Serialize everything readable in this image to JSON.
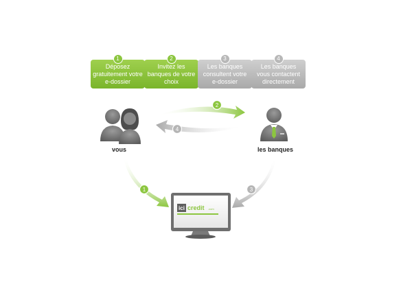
{
  "steps": [
    {
      "number": "1",
      "text": "Déposez gratuitement votre e-dossier"
    },
    {
      "number": "2",
      "text": "Invitez les banques de votre choix"
    },
    {
      "number": "3",
      "text": "Les banques consultent votre e-dossier"
    },
    {
      "number": "4",
      "text": "Les banques vous contactent directement"
    }
  ],
  "actors": {
    "vous": "vous",
    "banques": "les banques"
  },
  "arrows": {
    "a1": "1",
    "a2": "2",
    "a3": "3",
    "a4": "4"
  },
  "monitor": {
    "logo_ici": "ici",
    "logo_credit": "credit",
    "logo_suffix": ".com"
  },
  "colors": {
    "green": "#8cc63f",
    "grey": "#b5b5b5"
  }
}
